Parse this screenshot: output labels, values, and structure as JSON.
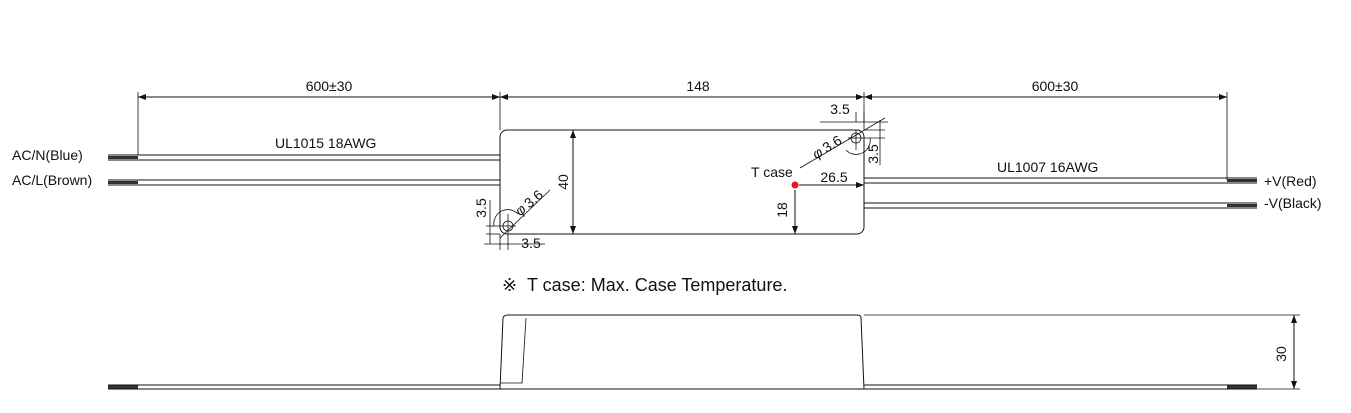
{
  "dimensions": {
    "left_wire_length": "600±30",
    "body_length": "148",
    "right_wire_length": "600±30",
    "body_height": "40",
    "hole_offset_top": "3.5",
    "hole_offset_side_top": "3.5",
    "hole_dia_top": "3.6",
    "hole_offset_side_bottom": "3.5",
    "hole_offset_bottom": "3.5",
    "hole_dia_bottom": "3.6",
    "tcase_x": "26.5",
    "tcase_y": "18",
    "side_height": "30"
  },
  "labels": {
    "ac_n": "AC/N(Blue)",
    "ac_l": "AC/L(Brown)",
    "input_cable": "UL1015 18AWG",
    "output_cable": "UL1007 16AWG",
    "plus_v": "+V(Red)",
    "minus_v": "-V(Black)",
    "tcase": "T case",
    "phi": "φ",
    "note_mark": "※",
    "note": "T case: Max. Case Temperature."
  },
  "colors": {
    "tcase_dot": "#e8141b",
    "line": "#111111"
  }
}
